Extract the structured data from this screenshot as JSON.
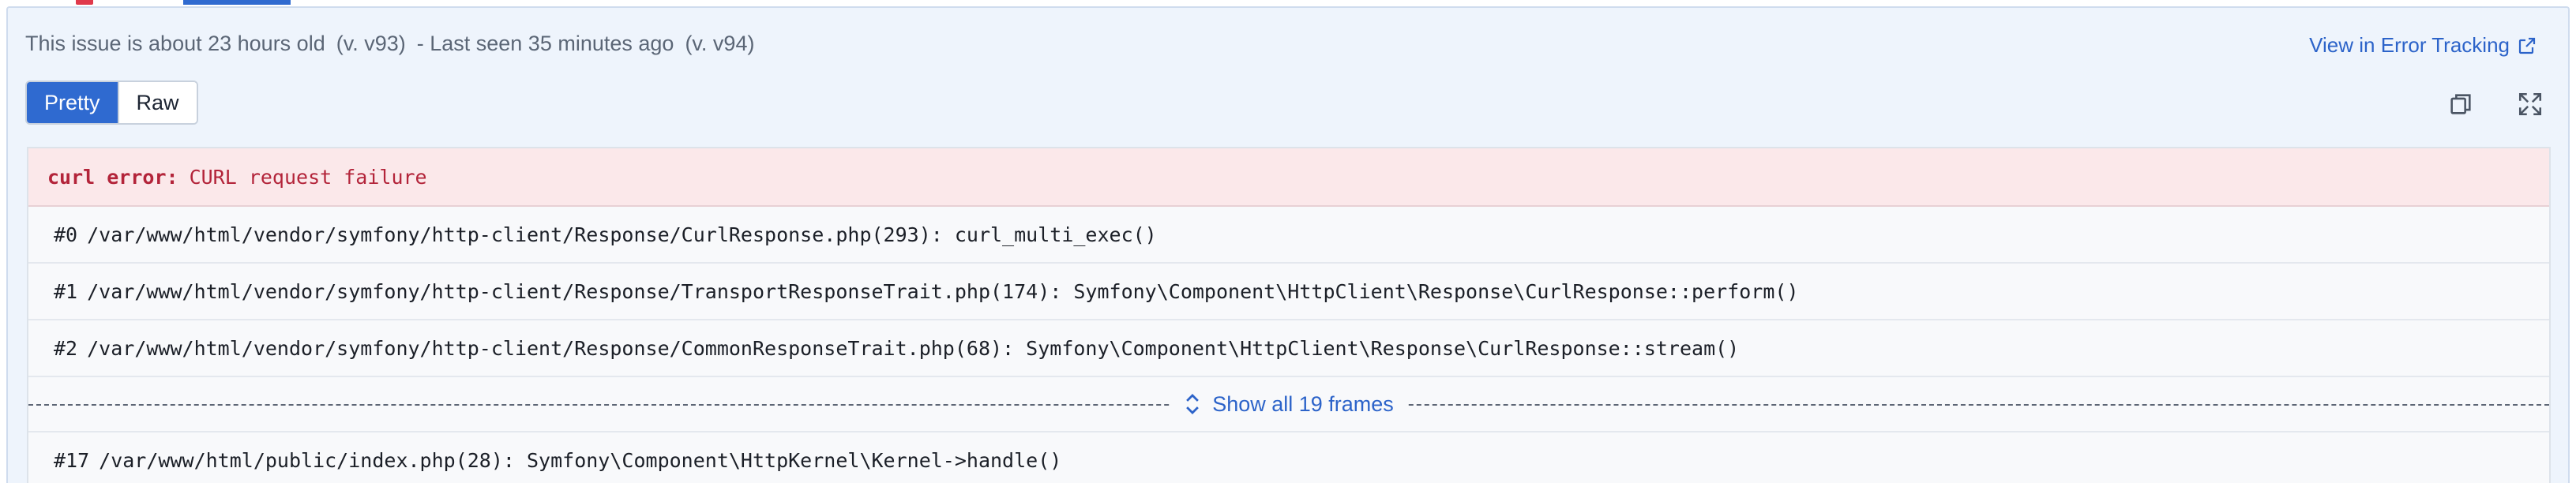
{
  "meta": {
    "age_text": "This issue is about 23 hours old",
    "first_version": "(v. v93)",
    "separator_last_seen": "- Last seen 35 minutes ago",
    "last_version": "(v. v94)"
  },
  "actions": {
    "view_link": "View in Error Tracking"
  },
  "toggle": {
    "pretty_label": "Pretty",
    "raw_label": "Raw",
    "selected": "Pretty"
  },
  "error": {
    "type": "curl error:",
    "message": "CURL request failure"
  },
  "frames": [
    {
      "num": "#0",
      "text": "/var/www/html/vendor/symfony/http-client/Response/CurlResponse.php(293): curl_multi_exec()"
    },
    {
      "num": "#1",
      "text": "/var/www/html/vendor/symfony/http-client/Response/TransportResponseTrait.php(174): Symfony\\Component\\HttpClient\\Response\\CurlResponse::perform()"
    },
    {
      "num": "#2",
      "text": "/var/www/html/vendor/symfony/http-client/Response/CommonResponseTrait.php(68): Symfony\\Component\\HttpClient\\Response\\CurlResponse::stream()"
    }
  ],
  "show_all_label": "Show all 19 frames",
  "last_frame": {
    "num": "#17",
    "text": "/var/www/html/public/index.php(28): Symfony\\Component\\HttpKernel\\Kernel->handle()"
  },
  "colors": {
    "accent": "#2f6ad0",
    "link": "#2c63c9",
    "error_text": "#b3243a",
    "error_bg": "#fbe8ea",
    "panel_bg": "#eef4fc"
  },
  "icons": {
    "external": "external-link-icon",
    "copy": "copy-icon",
    "expand": "expand-icon",
    "chevron": "chevron-up-down-icon"
  }
}
